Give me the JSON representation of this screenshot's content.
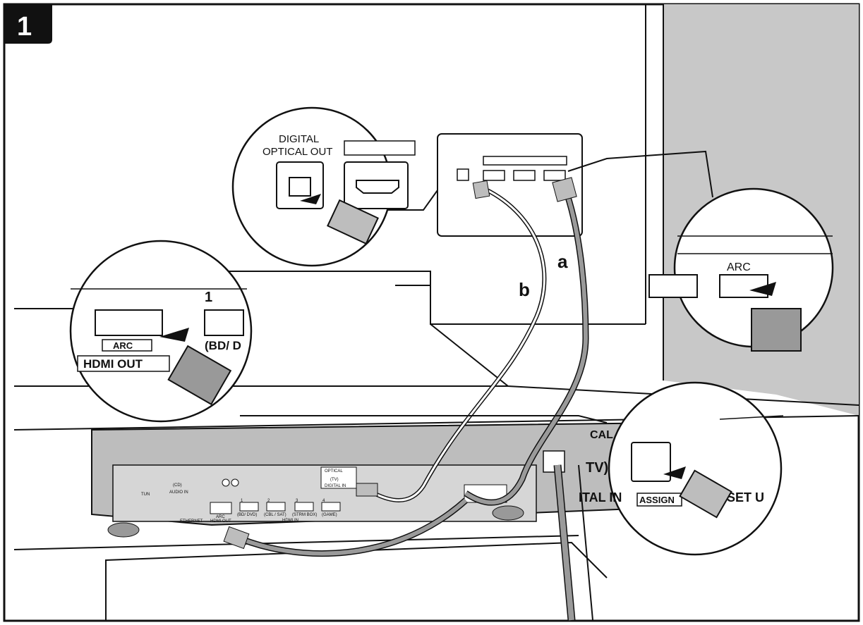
{
  "step_number": "1",
  "labels": {
    "cable_a": "a",
    "cable_b": "b"
  },
  "tv_callout_left": {
    "digital_optical_out": "DIGITAL\nOPTICAL OUT"
  },
  "tv_callout_right": {
    "arc": "ARC"
  },
  "receiver_callout_left": {
    "arc": "ARC",
    "hdmi_out": "HDMI OUT",
    "input_number": "1",
    "input_name": "(BD/ D"
  },
  "receiver_callout_right": {
    "optical_partial": "CAL",
    "tv": "TV)",
    "digital_in_partial": "ITAL IN",
    "assign": "ASSIGN",
    "setup_partial": "SET U"
  },
  "receiver_panel": {
    "cd": "(CD)",
    "audio_in": "AUDIO IN",
    "tuner": "TUN",
    "ethernet": "ETHERNET",
    "hdmi_out": "HDMI OUT",
    "arc": "ARC",
    "optical": "OPTICAL",
    "tv": "(TV)",
    "digital_in": "DIGITAL IN",
    "hdmi_inputs": [
      {
        "num": "1",
        "name": "(BD/ DVD)"
      },
      {
        "num": "2",
        "name": "(CBL / SAT)"
      },
      {
        "num": "3",
        "name": "(STRM BOX)"
      },
      {
        "num": "4",
        "name": "(GAME)"
      }
    ],
    "hdmi_in": "HDMI IN"
  },
  "colors": {
    "line": "#111111",
    "receiver_body": "#bdbdbd",
    "wall_gray": "#c8c8c8",
    "cable_gray": "#9a9a9a",
    "badge_bg": "#111111"
  }
}
